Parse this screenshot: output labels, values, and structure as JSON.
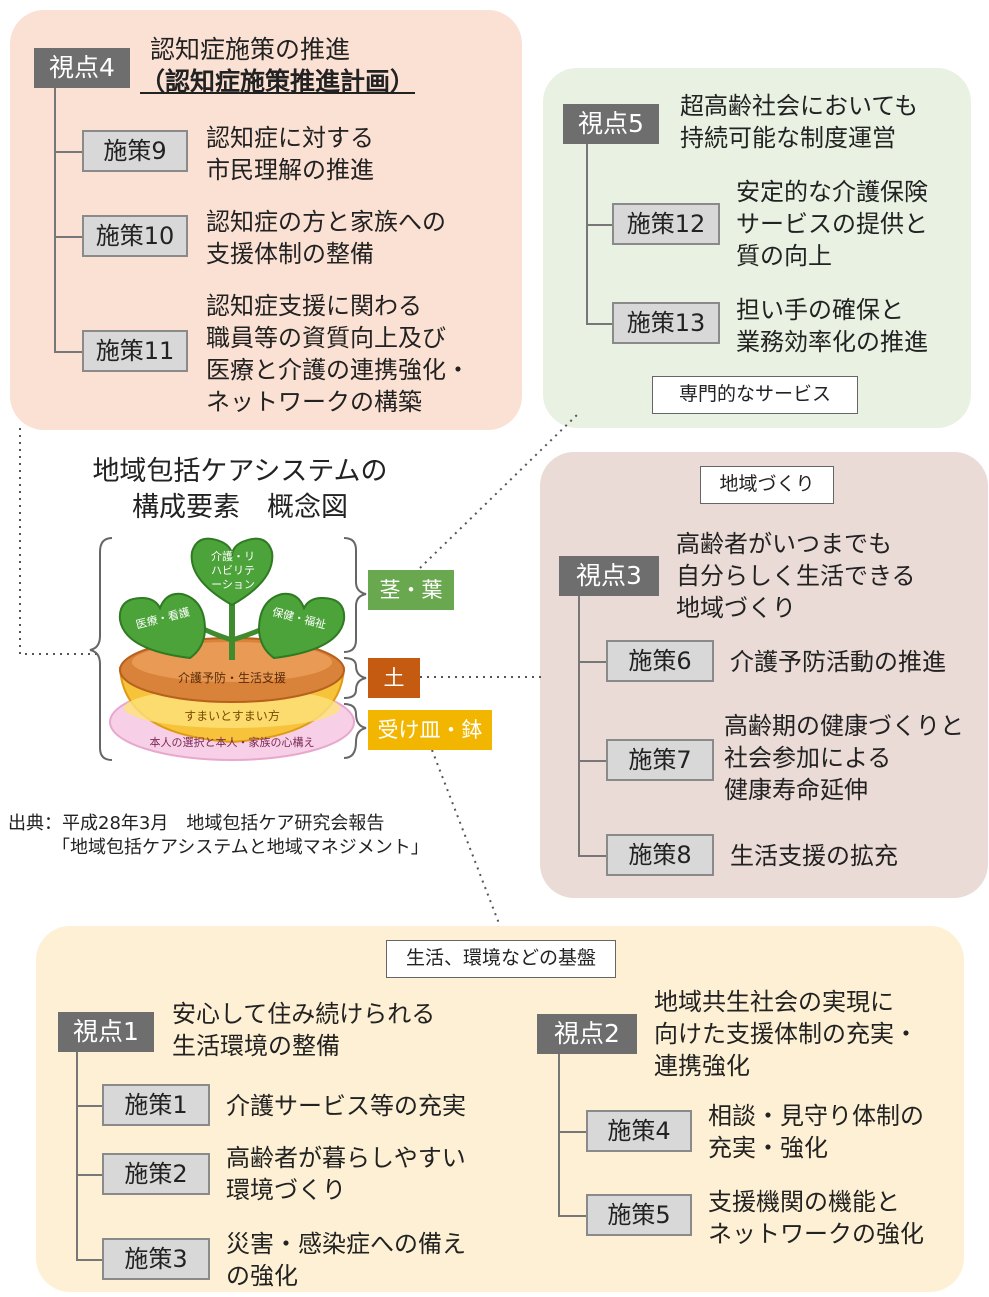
{
  "viewpoint4": {
    "label": "視点4",
    "title": "認知症施策の推進",
    "subtitle": "（認知症施策推進計画）",
    "measures": [
      {
        "label": "施策9",
        "text": "認知症に対する\n市民理解の推進"
      },
      {
        "label": "施策10",
        "text": "認知症の方と家族への\n支援体制の整備"
      },
      {
        "label": "施策11",
        "text": "認知症支援に関わる\n職員等の資質向上及び\n医療と介護の連携強化・\nネットワークの構築"
      }
    ]
  },
  "viewpoint5": {
    "label": "視点5",
    "title": "超高齢社会においても\n持続可能な制度運営",
    "measures": [
      {
        "label": "施策12",
        "text": "安定的な介護保険\nサービスの提供と\n質の向上"
      },
      {
        "label": "施策13",
        "text": "担い手の確保と\n業務効率化の推進"
      }
    ],
    "tag": "専門的なサービス"
  },
  "viewpoint3": {
    "tag": "地域づくり",
    "label": "視点3",
    "title": "高齢者がいつまでも\n自分らしく生活できる\n地域づくり",
    "measures": [
      {
        "label": "施策6",
        "text": "介護予防活動の推進"
      },
      {
        "label": "施策7",
        "text": "高齢期の健康づくりと\n社会参加による\n健康寿命延伸"
      },
      {
        "label": "施策8",
        "text": "生活支援の拡充"
      }
    ]
  },
  "concept": {
    "title": "地域包括ケアシステムの\n構成要素　概念図",
    "leaves": [
      "介護・リハビリテーション",
      "医療・看護",
      "保健・福祉"
    ],
    "soil": "介護予防・生活支援",
    "bowl": "すまいとすまい方",
    "dish": "本人の選択と本人・家族の心構え",
    "chips": [
      "茎・葉",
      "土",
      "受け皿・鉢"
    ],
    "chip_colors": [
      "#6aa84f",
      "#c55a11",
      "#f2b600"
    ],
    "source_line1": "出典：平成28年3月　地域包括ケア研究会報告",
    "source_line2": "「地域包括ケアシステムと地域マネジメント」"
  },
  "base": {
    "tag": "生活、環境などの基盤",
    "viewpoint1": {
      "label": "視点1",
      "title": "安心して住み続けられる\n生活環境の整備",
      "measures": [
        {
          "label": "施策1",
          "text": "介護サービス等の充実"
        },
        {
          "label": "施策2",
          "text": "高齢者が暮らしやすい\n環境づくり"
        },
        {
          "label": "施策3",
          "text": "災害・感染症への備え\nの強化"
        }
      ]
    },
    "viewpoint2": {
      "label": "視点2",
      "title": "地域共生社会の実現に\n向けた支援体制の充実・\n連携強化",
      "measures": [
        {
          "label": "施策4",
          "text": "相談・見守り体制の\n充実・強化"
        },
        {
          "label": "施策5",
          "text": "支援機関の機能と\nネットワークの強化"
        }
      ]
    }
  }
}
